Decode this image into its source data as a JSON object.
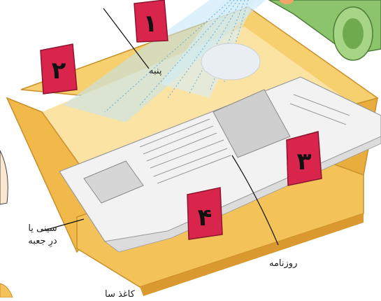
{
  "labels": {
    "cotton": "پنبه",
    "tray_line1": "سینی یا",
    "tray_line2": "درِ جعبه",
    "newspaper": "روزنامه",
    "bottom_partial": "کاغذ سا"
  },
  "cards": {
    "card1": "۱",
    "card2": "۲",
    "card3": "۳",
    "card4": "۴"
  },
  "colors": {
    "box_inner": "#f3c35a",
    "box_front": "#f0b949",
    "box_rim": "#e2a93a",
    "card_red": "#d9254b",
    "spray_blue": "#7fc8ea",
    "bottle_green": "#8cc46b",
    "newspaper": "#f2f2f2"
  }
}
